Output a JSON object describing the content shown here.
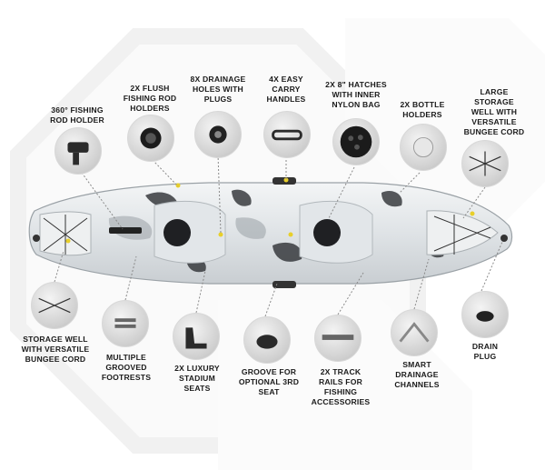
{
  "colors": {
    "hull_light": "#e9ecee",
    "hull_mid": "#b8bec3",
    "hull_dark": "#2d2f33",
    "accent_yellow": "#e8cf2a",
    "leader": "#8a8a8a"
  },
  "labels": [
    {
      "name": "label-fishing-rod-holder",
      "text": "360° FISHING\nROD HOLDER",
      "icon": "rod-holder-icon"
    },
    {
      "name": "label-flush-rod-holders",
      "text": "2X FLUSH\nFISHING ROD\nHOLDERS",
      "icon": "flush-rod-holder-icon"
    },
    {
      "name": "label-drainage-holes",
      "text": "8X DRAINAGE\nHOLES WITH\nPLUGS",
      "icon": "drain-plug-icon"
    },
    {
      "name": "label-carry-handles",
      "text": "4X EASY\nCARRY\nHANDLES",
      "icon": "carry-handle-icon"
    },
    {
      "name": "label-hatches",
      "text": "2X 8\" HATCHES\nWITH INNER\nNYLON BAG",
      "icon": "hatch-icon"
    },
    {
      "name": "label-bottle-holders",
      "text": "2X BOTTLE\nHOLDERS",
      "icon": "bottle-holder-icon"
    },
    {
      "name": "label-large-storage-well",
      "text": "LARGE\nSTORAGE\nWELL WITH\nVERSATILE\nBUNGEE CORD",
      "icon": "bungee-well-icon"
    },
    {
      "name": "label-storage-well",
      "text": "STORAGE WELL\nWITH VERSATILE\nBUNGEE CORD",
      "icon": "bungee-well-icon"
    },
    {
      "name": "label-footrests",
      "text": "MULTIPLE\nGROOVED\nFOOTRESTS",
      "icon": "footrest-icon"
    },
    {
      "name": "label-stadium-seats",
      "text": "2X LUXURY\nSTADIUM\nSEATS",
      "icon": "seat-icon"
    },
    {
      "name": "label-groove-seat",
      "text": "GROOVE FOR\nOPTIONAL 3RD\nSEAT",
      "icon": "seat-groove-icon"
    },
    {
      "name": "label-track-rails",
      "text": "2X TRACK\nRAILS FOR\nFISHING\nACCESSORIES",
      "icon": "track-rail-icon"
    },
    {
      "name": "label-drainage-channels",
      "text": "SMART\nDRAINAGE\nCHANNELS",
      "icon": "drainage-channel-icon"
    },
    {
      "name": "label-drain-plug",
      "text": "DRAIN\nPLUG",
      "icon": "drain-plug-icon"
    }
  ]
}
